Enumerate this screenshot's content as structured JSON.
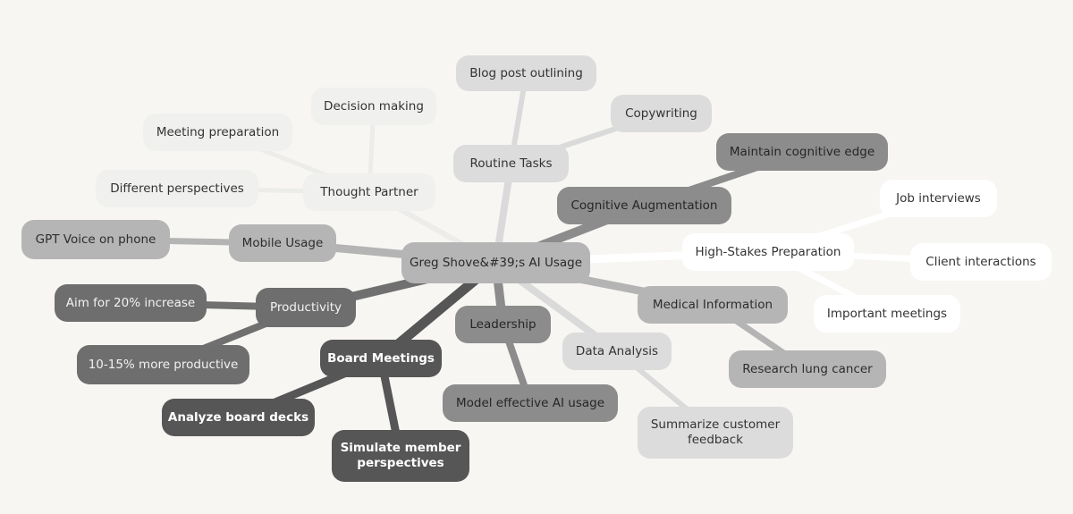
{
  "colors": {
    "background": "#f7f6f3",
    "gray_extra_light": "#f0f0ee",
    "gray_light": "#dcdcdc",
    "gray_mid": "#b5b5b5",
    "gray_dark": "#8c8c8c",
    "gray_darker": "#6e6e6e",
    "gray_darkest": "#565656",
    "white": "#ffffff"
  },
  "root": {
    "label": "Greg Shove&#39;s AI Usage"
  },
  "branches": [
    {
      "id": "routine-tasks",
      "label": "Routine Tasks",
      "tone": "gray_light",
      "children": [
        {
          "id": "blog-post-outlining",
          "label": "Blog post outlining"
        },
        {
          "id": "copywriting",
          "label": "Copywriting"
        }
      ]
    },
    {
      "id": "cognitive-augmentation",
      "label": "Cognitive Augmentation",
      "tone": "gray_dark",
      "children": [
        {
          "id": "maintain-cognitive-edge",
          "label": "Maintain cognitive edge"
        }
      ]
    },
    {
      "id": "high-stakes-preparation",
      "label": "High-Stakes Preparation",
      "tone": "white",
      "children": [
        {
          "id": "job-interviews",
          "label": "Job interviews"
        },
        {
          "id": "client-interactions",
          "label": "Client interactions"
        },
        {
          "id": "important-meetings",
          "label": "Important meetings"
        }
      ]
    },
    {
      "id": "medical-information",
      "label": "Medical Information",
      "tone": "gray_mid",
      "children": [
        {
          "id": "research-lung-cancer",
          "label": "Research lung cancer"
        }
      ]
    },
    {
      "id": "data-analysis",
      "label": "Data Analysis",
      "tone": "gray_light",
      "children": [
        {
          "id": "summarize-customer-feedback",
          "label": "Summarize customer feedback"
        }
      ]
    },
    {
      "id": "leadership",
      "label": "Leadership",
      "tone": "gray_dark",
      "children": [
        {
          "id": "model-effective-ai-usage",
          "label": "Model effective AI usage"
        }
      ]
    },
    {
      "id": "board-meetings",
      "label": "Board Meetings",
      "tone": "gray_darkest",
      "children": [
        {
          "id": "analyze-board-decks",
          "label": "Analyze board decks"
        },
        {
          "id": "simulate-member-perspectives",
          "label": "Simulate member perspectives"
        }
      ]
    },
    {
      "id": "productivity",
      "label": "Productivity",
      "tone": "gray_darker",
      "children": [
        {
          "id": "aim-for-20-increase",
          "label": "Aim for 20% increase"
        },
        {
          "id": "10-15-more-productive",
          "label": "10-15% more productive"
        }
      ]
    },
    {
      "id": "mobile-usage",
      "label": "Mobile Usage",
      "tone": "gray_mid",
      "children": [
        {
          "id": "gpt-voice-on-phone",
          "label": "GPT Voice on phone"
        }
      ]
    },
    {
      "id": "thought-partner",
      "label": "Thought Partner",
      "tone": "gray_extra_light",
      "children": [
        {
          "id": "decision-making",
          "label": "Decision making"
        },
        {
          "id": "meeting-preparation",
          "label": "Meeting preparation"
        },
        {
          "id": "different-perspectives",
          "label": "Different perspectives"
        }
      ]
    }
  ]
}
